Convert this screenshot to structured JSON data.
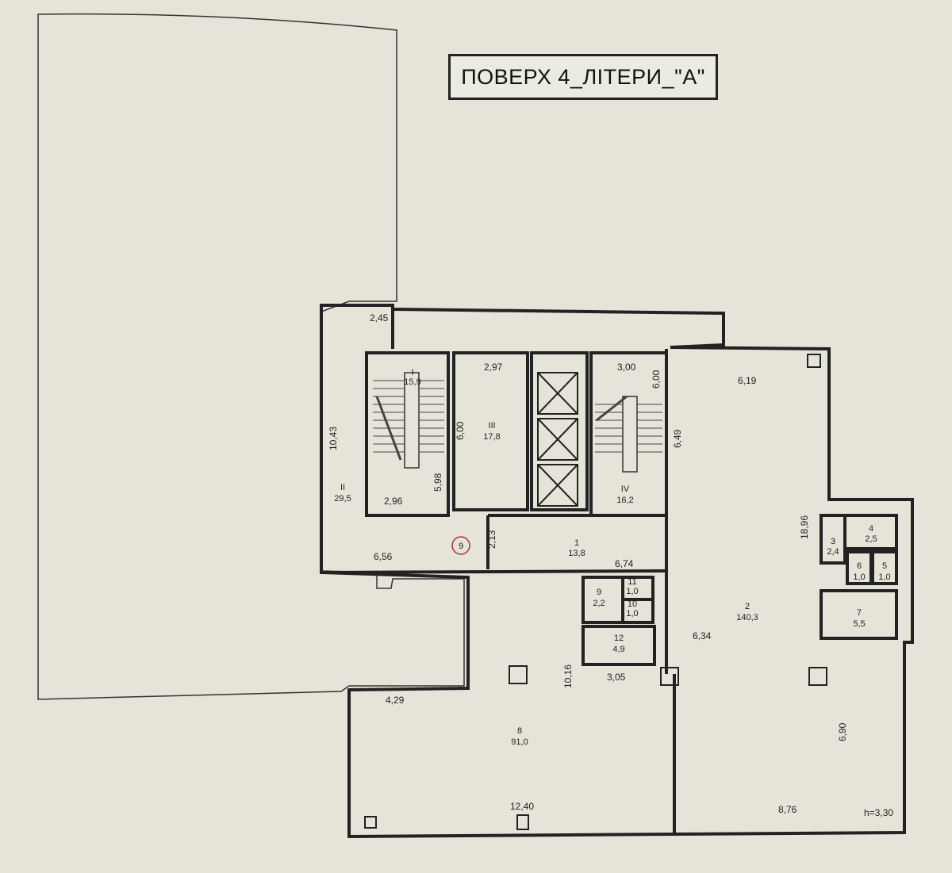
{
  "title": "ПОВЕРХ 4_ЛІТЕРИ_\"А\"",
  "rooms": [
    {
      "id": "I",
      "area": "15,9"
    },
    {
      "id": "II",
      "area": "29,5"
    },
    {
      "id": "III",
      "area": "17,8"
    },
    {
      "id": "IV",
      "area": "16,2"
    },
    {
      "id": "1",
      "area": "13,8"
    },
    {
      "id": "2",
      "area": "140,3"
    },
    {
      "id": "3",
      "area": "2,4"
    },
    {
      "id": "4",
      "area": "2,5"
    },
    {
      "id": "5",
      "area": "1,0"
    },
    {
      "id": "6",
      "area": "1,0"
    },
    {
      "id": "7",
      "area": "5,5"
    },
    {
      "id": "8",
      "area": "91,0"
    },
    {
      "id": "9",
      "area": "2,2"
    },
    {
      "id": "10",
      "area": "1,0"
    },
    {
      "id": "11",
      "area": "1,0"
    },
    {
      "id": "12",
      "area": "4,9"
    }
  ],
  "dimensions": [
    "2,45",
    "10,43",
    "2,97",
    "3,00",
    "6,00",
    "6,00",
    "6,49",
    "5,98",
    "2,96",
    "6,19",
    "18,96",
    "2,13",
    "6,56",
    "6,74",
    "6,34",
    "10,16",
    "3,05",
    "4,29",
    "12,40",
    "8,76",
    "6,90"
  ],
  "marker": "9",
  "height_label": "h=3,30"
}
